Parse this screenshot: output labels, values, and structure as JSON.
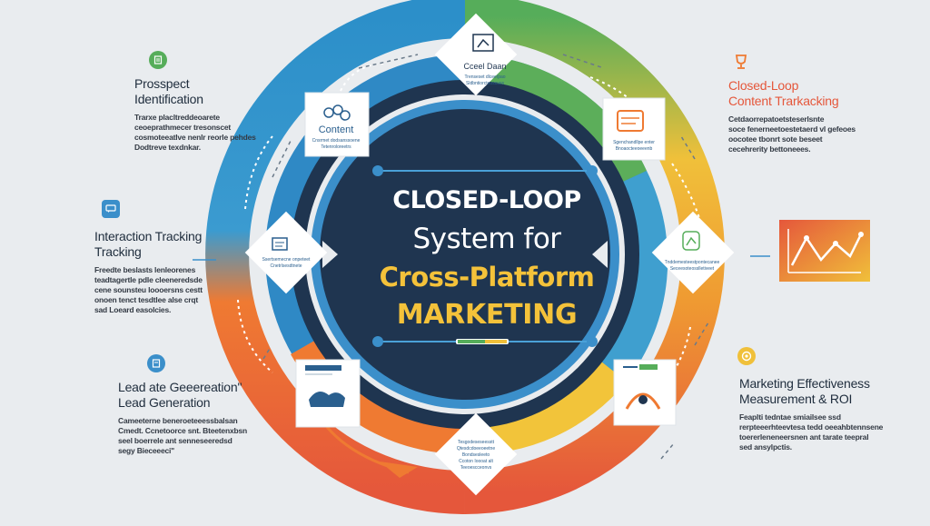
{
  "center": {
    "line1": "CLOSED-LOOP",
    "line2": "System for",
    "line3": "Cross-Platform",
    "line4": "MARKETING"
  },
  "sections": {
    "prospect": {
      "title_line1": "Prosspect",
      "title_line2": "Identification",
      "desc": [
        "Trarxe placltreddeoarete",
        "ceoeprathmecer tresonscet",
        "cosmoteeatlve nenlr reorle pehdes",
        "Dodtreve texdnkar."
      ]
    },
    "interaction": {
      "title_line1": "Interaction Tracking",
      "title_line2": "Tracking",
      "desc": [
        "Freedte beslasts lenleorenes",
        "teadtagertle pdle cleeneredsde",
        "cene sounsteu loooersns cestt",
        "onoen tenct tesdtlee alse crqt",
        "sad Loeard easolcies."
      ]
    },
    "lead": {
      "title_line1": "Lead ate Geeereation\"",
      "title_line2": "Lead Generation",
      "desc": [
        "Cameeterne beneroeteeessbalsan",
        "Cmedt. Ccnetoorce snt. Bteetenxbsn",
        "seel boerrele ant senneseeredsd",
        "segy Bieceeeci\""
      ]
    },
    "closed": {
      "title_line1": "Closed-Loop",
      "title_line2": "Content Trarkacking",
      "desc": [
        "Cetdaorrepatoetsteserlsnte",
        "soce fenerneetoestetaerd vl gefeoes",
        "oocotee tbonrt sote beseet",
        "cecehrerity bettoneees."
      ]
    },
    "measure": {
      "title_line1": "Marketing Effectiveness",
      "title_line2": "Measurement & ROI",
      "desc": [
        "Feaplti tedntae smiailsee ssd",
        "rerpteeerhteevtesa tedd oeeahbtennsene",
        "toererleneneersnen ant tarate teepral",
        "sed ansylpctis."
      ]
    }
  },
  "cards": {
    "top": {
      "label": "Cceel Daan",
      "lines": [
        "Trenseset dlcee/pao",
        "Sldbntiorcteoscuss"
      ]
    },
    "content": {
      "label": "Content",
      "lines": [
        "Cnsrmet dodsanssoene",
        "Tetenroloreetrs"
      ]
    },
    "right_upper": {
      "lines": [
        "Sgenchandllpe enter",
        "Bnoaocteeoeeenb"
      ]
    },
    "left_mid": {
      "lines": [
        "Ssertsemecne onpeteet",
        "Cnetrlsesdtnete"
      ]
    },
    "right_mid": {
      "lines": [
        "Tnddemesteestpontecanee",
        "Seceesoteosslletiveet"
      ]
    },
    "bottom": {
      "lines": [
        "Tesgodeseseesstt",
        "Qtesdcdoeeoeetne",
        "Bondsesleeto",
        "Ccoton Ioooat alt",
        "Teeoescceonvs"
      ]
    },
    "left_low": {
      "lines": []
    },
    "right_low": {
      "lines": []
    }
  },
  "colors": {
    "background": "#e9ecef",
    "navy": "#1f3550",
    "blue": "#3b8fca",
    "teal": "#4fa6b3",
    "green": "#56ad5a",
    "yellow": "#f0c03a",
    "orange": "#ef7a32",
    "red_orange": "#e5573b",
    "accent_gold": "#f4c23a"
  },
  "icons": {
    "prospect": "document-icon",
    "interaction": "chat-bubble-icon",
    "lead": "document-icon",
    "closed": "trophy-icon",
    "measure": "target-icon",
    "chart_card": "line-chart-icon"
  }
}
